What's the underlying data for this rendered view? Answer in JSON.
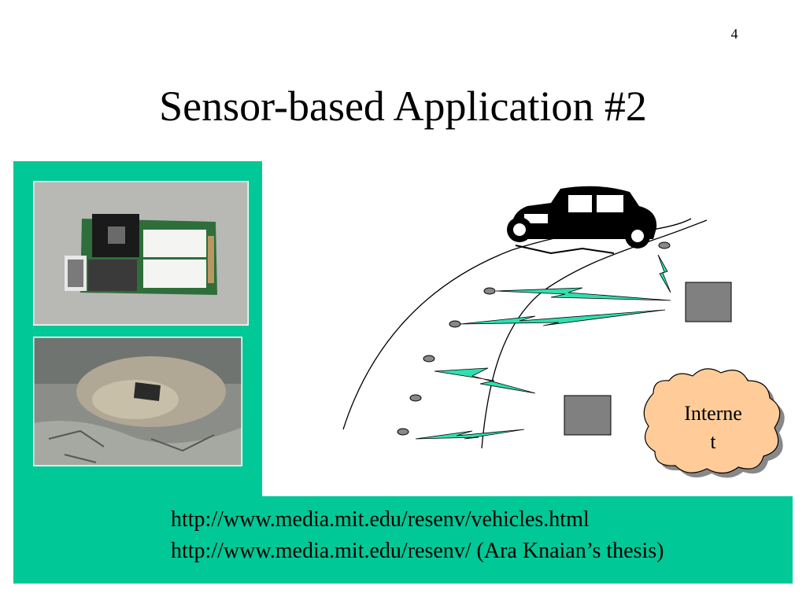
{
  "slide": {
    "page_number": "4",
    "title": "Sensor-based Application #2",
    "cloud_label_line1": "Interne",
    "cloud_label_line2": "t",
    "links": [
      "http://www.media.mit.edu/resenv/vehicles.html",
      "http://www.media.mit.edu/resenv/ (Ara Knaian’s thesis)"
    ]
  },
  "colors": {
    "teal_panel": "#00c896",
    "zigzag_fill": "#2ee0b0",
    "box_gray": "#808080",
    "cloud_fill": "#ffcc99"
  }
}
